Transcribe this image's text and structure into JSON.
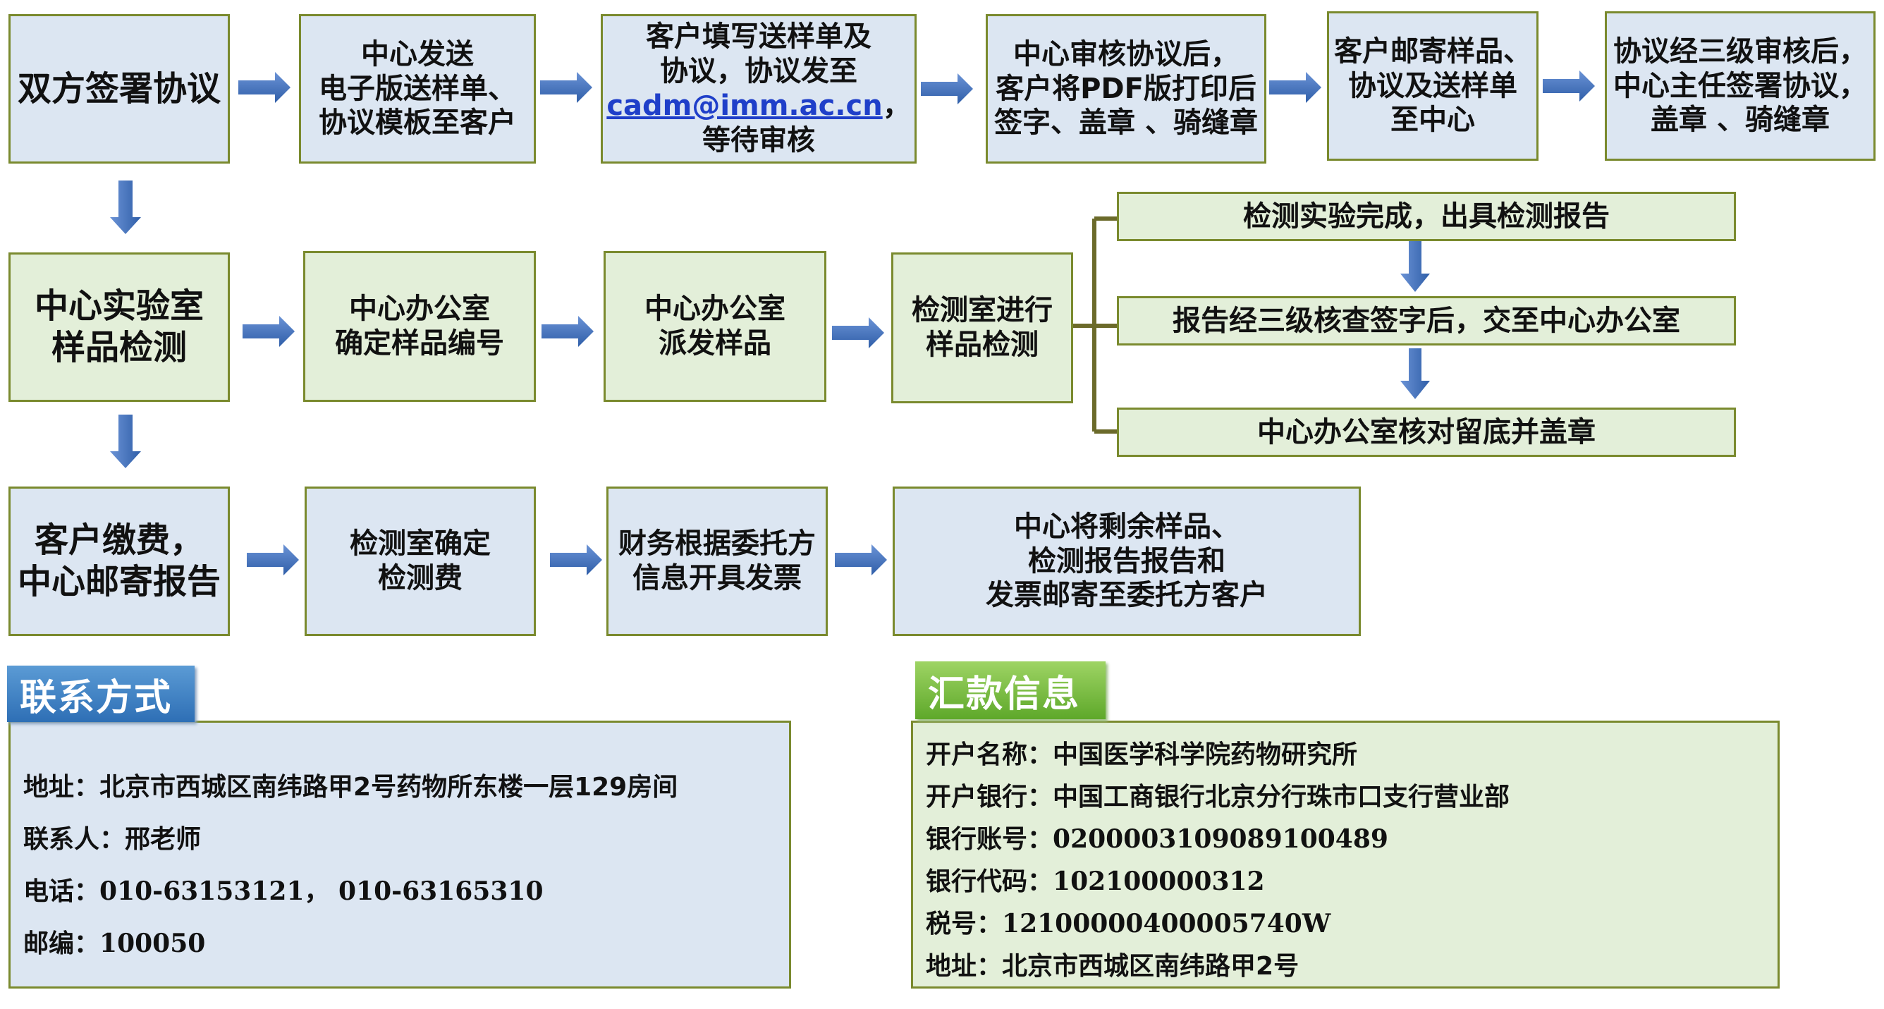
{
  "flow": {
    "row1": {
      "b1": [
        "双方签署协议"
      ],
      "b2": [
        "中心发送",
        "电子版送样单、",
        "协议模板至客户"
      ],
      "b3": [
        "客户填写送样单及",
        "协议，协议发至",
        "cadm@imm.ac.cn",
        "，",
        "等待审核"
      ],
      "b4": [
        "中心审核协议后，",
        "客户将PDF版打印后",
        "签字、盖章 、骑缝章"
      ],
      "b5": [
        "客户邮寄样品、",
        "协议及送样单",
        "至中心"
      ],
      "b6": [
        "协议经三级审核后，",
        "中心主任签署协议，",
        "盖章 、骑缝章"
      ]
    },
    "row2": {
      "b1": [
        "中心实验室",
        "样品检测"
      ],
      "b2": [
        "中心办公室",
        "确定样品编号"
      ],
      "b3": [
        "中心办公室",
        "派发样品"
      ],
      "b4": [
        "检测室进行",
        "样品检测"
      ],
      "s1": "检测实验完成，出具检测报告",
      "s2": "报告经三级核查签字后，交至中心办公室",
      "s3": "中心办公室核对留底并盖章"
    },
    "row3": {
      "b1": [
        "客户缴费，",
        "中心邮寄报告"
      ],
      "b2": [
        "检测室确定",
        "检测费"
      ],
      "b3": [
        "财务根据委托方",
        "信息开具发票"
      ],
      "b4": [
        "中心将剩余样品、",
        "检测报告报告和",
        "发票邮寄至委托方客户"
      ]
    }
  },
  "contact": {
    "title": "联系方式",
    "address_label": "地址：",
    "address": "北京市西城区南纬路甲2号药物所东楼一层129房间",
    "person_label": "联系人：",
    "person": "邢老师",
    "phone_label": "电话：",
    "phone": "010-63153121， 010-63165310",
    "zip_label": "邮编：",
    "zip": "100050"
  },
  "payment": {
    "title": "汇款信息",
    "name_label": "开户名称：",
    "name": "中国医学科学院药物研究所",
    "bank_label": "开户银行：",
    "bank": "中国工商银行北京分行珠市口支行营业部",
    "account_label": "银行账号：",
    "account": "0200003109089100489",
    "code_label": "银行代码：",
    "code": "102100000312",
    "tax_label": "税号：",
    "tax": "12100000400005740W",
    "addr_label": "地址：",
    "addr": "北京市西城区南纬路甲2号"
  },
  "colors": {
    "box_blue": "#dce6f2",
    "box_green": "#e3efd9",
    "border": "#7a8a2e",
    "arrow": "#4472c4",
    "tab_blue": "#2e6fb5",
    "tab_green": "#5ea82a"
  }
}
